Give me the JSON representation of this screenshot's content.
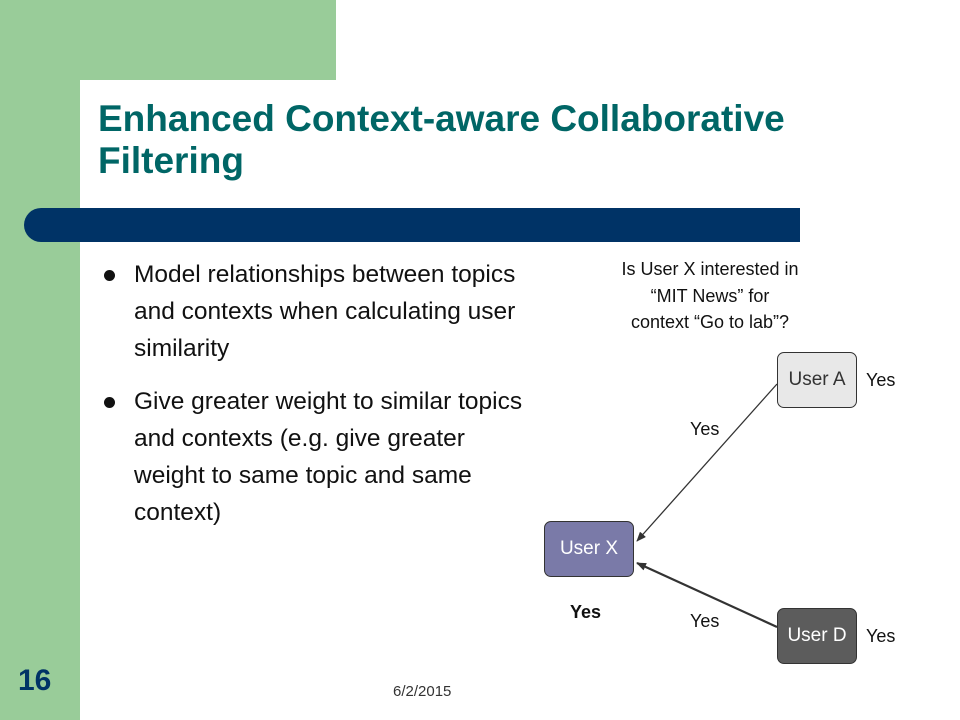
{
  "slide": {
    "title": "Enhanced Context-aware Collaborative Filtering",
    "bullets": [
      "Model relationships between topics and contexts when calculating user similarity",
      "Give greater weight to similar topics and contexts (e.g. give greater weight to same topic and same context)"
    ],
    "number": "16",
    "date": "6/2/2015"
  },
  "diagram": {
    "question_lines": [
      "Is User X interested in",
      "“MIT News” for",
      "context “Go to lab”?"
    ],
    "nodes": {
      "user_a": "User A",
      "user_x": "User X",
      "user_d": "User D"
    },
    "labels": {
      "user_a_answer": "Yes",
      "edge_a_to_x": "Yes",
      "user_x_answer": "Yes",
      "edge_d_to_x": "Yes",
      "user_d_answer": "Yes"
    }
  },
  "colors": {
    "accent_green": "#99cc99",
    "title_color": "#006666",
    "bar_color": "#003366"
  }
}
